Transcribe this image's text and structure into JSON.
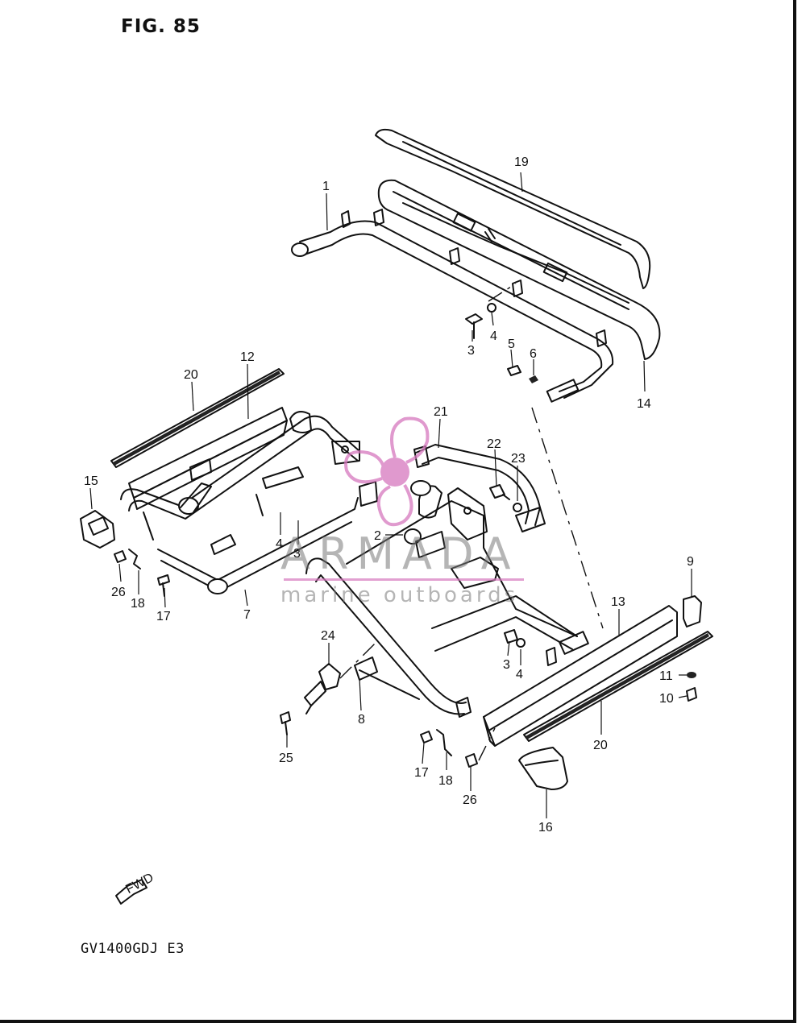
{
  "figure": {
    "title": "FIG. 85",
    "model_code": "GV1400GDJ E3",
    "fwd_label": "FWD"
  },
  "watermark": {
    "brand": "ARMADA",
    "tagline": "marine outboards",
    "accent_color": "#d678be"
  },
  "callouts": [
    {
      "id": "c19",
      "label": "19"
    },
    {
      "id": "c1",
      "label": "1"
    },
    {
      "id": "c4a",
      "label": "4"
    },
    {
      "id": "c3a",
      "label": "3"
    },
    {
      "id": "c5",
      "label": "5"
    },
    {
      "id": "c6",
      "label": "6"
    },
    {
      "id": "c14",
      "label": "14"
    },
    {
      "id": "c12",
      "label": "12"
    },
    {
      "id": "c20a",
      "label": "20"
    },
    {
      "id": "c21",
      "label": "21"
    },
    {
      "id": "c22",
      "label": "22"
    },
    {
      "id": "c23",
      "label": "23"
    },
    {
      "id": "c15",
      "label": "15"
    },
    {
      "id": "c2",
      "label": "2"
    },
    {
      "id": "c4b",
      "label": "4"
    },
    {
      "id": "c3b",
      "label": "3"
    },
    {
      "id": "c26a",
      "label": "26"
    },
    {
      "id": "c18a",
      "label": "18"
    },
    {
      "id": "c17a",
      "label": "17"
    },
    {
      "id": "c7",
      "label": "7"
    },
    {
      "id": "c9",
      "label": "9"
    },
    {
      "id": "c13",
      "label": "13"
    },
    {
      "id": "c24",
      "label": "24"
    },
    {
      "id": "c3c",
      "label": "3"
    },
    {
      "id": "c4c",
      "label": "4"
    },
    {
      "id": "c11",
      "label": "11"
    },
    {
      "id": "c10",
      "label": "10"
    },
    {
      "id": "c8",
      "label": "8"
    },
    {
      "id": "c25",
      "label": "25"
    },
    {
      "id": "c20b",
      "label": "20"
    },
    {
      "id": "c17b",
      "label": "17"
    },
    {
      "id": "c18b",
      "label": "18"
    },
    {
      "id": "c26b",
      "label": "26"
    },
    {
      "id": "c16",
      "label": "16"
    }
  ]
}
